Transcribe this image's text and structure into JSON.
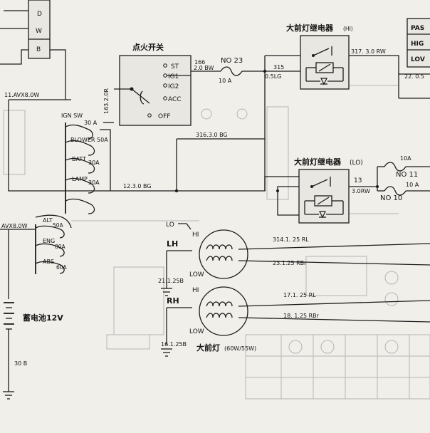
{
  "labels": {
    "ign_switch_title": "点火开关",
    "ign_st": "ST",
    "ign_ig1": "IG1",
    "ign_ig2": "IG2",
    "ign_acc": "ACC",
    "ign_off": "OFF",
    "wire_166": "166",
    "wire_166_spec": "2.0 BW",
    "fuse_no23": "NO 23",
    "fuse_no23_rating": "10 A",
    "wire_315": "315",
    "wire_315_spec": "0.5LG",
    "relay_hi_title": "大前灯继电器",
    "relay_hi_suffix": "(HI)",
    "wire_317": "317. 3.0 RW",
    "wire_22": "22. 0.5",
    "panel_row1": "PAS",
    "panel_row2": "HIG",
    "panel_row3": "LOV",
    "relay_lo_title": "大前灯继电器",
    "relay_lo_suffix": "(LO)",
    "fuse_top_rating": "10A",
    "fuse_no11": "NO 11",
    "wire_13": "13",
    "wire_13_spec": "3.0RW",
    "fuse_bottom_rating": "10 A",
    "fuse_no10": "NO 10",
    "conn_d": "D",
    "conn_w": "W",
    "conn_b": "B",
    "wire_11": "11.AVX8.0W",
    "wire_163": "163.2.0R",
    "fuse_ign_sw": "IGN SW",
    "fuse_ign_sw_rating": "30 A",
    "fuse_blower": "BLOWER 50A",
    "fuse_batt": "BATT",
    "fuse_batt_rating": "30A",
    "fuse_lamp": "LAMP",
    "fuse_lamp_rating": "30A",
    "wire_316": "316.3.0 BG",
    "wire_12": "12.3.0 BG",
    "wire_avx": "AVX8.0W",
    "fuse_alt": "ALT",
    "fuse_alt_rating": "50A",
    "fuse_eng": "ENG",
    "fuse_eng_rating": "80A",
    "fuse_abs": "ABS",
    "fuse_abs_rating": "60A",
    "lo_label": "LO",
    "lh_label": "LH",
    "hi_label_lh": "HI",
    "low_label_lh": "LOW",
    "rh_label": "RH",
    "hi_label_rh": "HI",
    "low_label_rh": "LOW",
    "wire_21": "21.1.25B",
    "wire_16": "16.1.25B",
    "wire_314": "314.1. 25 RL",
    "wire_23": "23.1.25 RBr",
    "wire_17": "17.1. 25 RL",
    "wire_18": "18. 1.25 RBr",
    "battery_title": "蓄电池12V",
    "wire_30": "30 B",
    "headlamp_title": "大前灯",
    "headlamp_spec": "(60W/55W)"
  }
}
